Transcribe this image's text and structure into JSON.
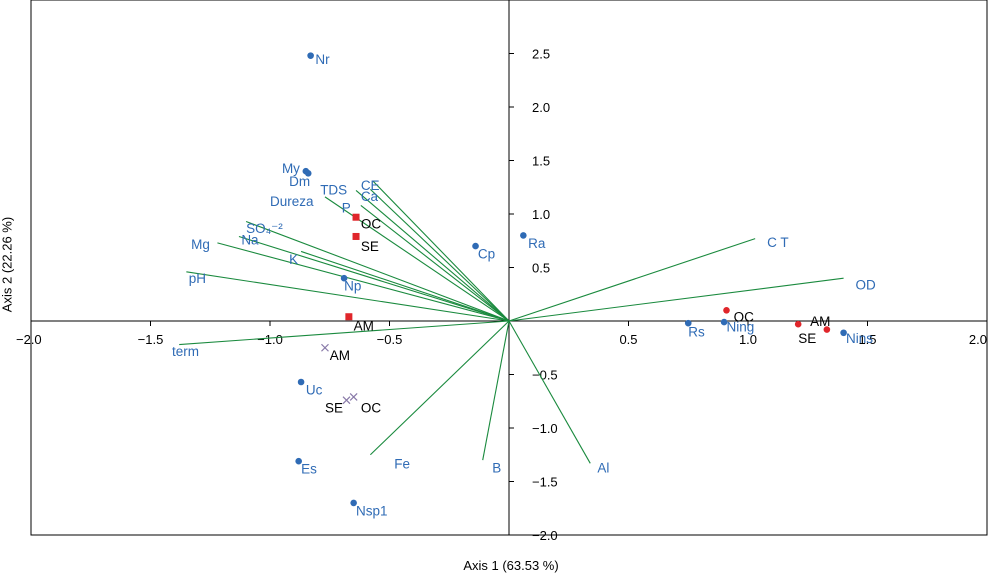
{
  "chart_data": {
    "type": "scatter",
    "subtype": "ordination biplot",
    "xlabel": "Axis 1 (63.53 %)",
    "ylabel": "Axis 2 (22.26 %)",
    "xlim": [
      -2.0,
      2.0
    ],
    "ylim": [
      -2.0,
      3.0
    ],
    "x_ticks": [
      -2.0,
      -1.5,
      -1.0,
      -0.5,
      0.5,
      1.0,
      1.5,
      2.0
    ],
    "x_tick_labels": [
      "−2.0",
      "−1.5",
      "−1.0",
      "−0.5",
      "0.5",
      "1.0",
      "1.5",
      "2.0"
    ],
    "y_ticks": [
      -2.0,
      -1.5,
      -1.0,
      -0.5,
      0.5,
      1.0,
      1.5,
      2.0,
      2.5
    ],
    "y_tick_labels": [
      "−2.0",
      "−1.5",
      "−1.0",
      "−0.5",
      "0.5",
      "1.0",
      "1.5",
      "2.0",
      "2.5"
    ],
    "grid": false,
    "colors": {
      "vectors": "#1a8a3e",
      "species": "#2f6bb5",
      "squares": "#e0262b",
      "circles": "#e0262b",
      "crosses": "#8879a8"
    },
    "vectors": [
      {
        "name": "Fe",
        "x": -0.58,
        "y": -1.25,
        "lx": -0.48,
        "ly": -1.33
      },
      {
        "name": "B",
        "x": -0.11,
        "y": -1.3,
        "lx": -0.07,
        "ly": -1.37
      },
      {
        "name": "Al",
        "x": 0.34,
        "y": -1.33,
        "lx": 0.37,
        "ly": -1.37
      },
      {
        "name": "C T",
        "x": 1.03,
        "y": 0.77,
        "lx": 1.08,
        "ly": 0.74
      },
      {
        "name": "OD",
        "x": 1.4,
        "y": 0.4,
        "lx": 1.45,
        "ly": 0.34
      },
      {
        "name": "term",
        "x": -1.38,
        "y": -0.22,
        "lx": -1.41,
        "ly": -0.28
      },
      {
        "name": "pH",
        "x": -1.35,
        "y": 0.46,
        "lx": -1.34,
        "ly": 0.4
      },
      {
        "name": "Mg",
        "x": -1.22,
        "y": 0.73,
        "lx": -1.33,
        "ly": 0.72
      },
      {
        "name": "Na",
        "x": -1.13,
        "y": 0.79,
        "lx": -1.12,
        "ly": 0.76
      },
      {
        "name": "SO₄⁻²",
        "x": -1.1,
        "y": 0.93,
        "lx": -1.1,
        "ly": 0.87
      },
      {
        "name": "K",
        "x": -0.87,
        "y": 0.65,
        "lx": -0.92,
        "ly": 0.58
      },
      {
        "name": "Dureza",
        "x": -0.77,
        "y": 1.16,
        "lx": -1.0,
        "ly": 1.12
      },
      {
        "name": "TDS",
        "x": -0.64,
        "y": 1.22,
        "lx": -0.79,
        "ly": 1.23
      },
      {
        "name": "P",
        "x": -0.62,
        "y": 1.08,
        "lx": -0.7,
        "ly": 1.06
      },
      {
        "name": "Ca",
        "x": -0.58,
        "y": 1.23,
        "lx": -0.62,
        "ly": 1.17
      },
      {
        "name": "CE",
        "x": -0.57,
        "y": 1.31,
        "lx": -0.62,
        "ly": 1.27
      }
    ],
    "species": [
      {
        "name": "Nr",
        "x": -0.83,
        "y": 2.48,
        "lx": -0.81,
        "ly": 2.45
      },
      {
        "name": "My",
        "x": -0.85,
        "y": 1.4,
        "lx": -0.95,
        "ly": 1.43
      },
      {
        "name": "Dm",
        "x": -0.84,
        "y": 1.38,
        "lx": -0.92,
        "ly": 1.31
      },
      {
        "name": "Np",
        "x": -0.69,
        "y": 0.4,
        "lx": -0.69,
        "ly": 0.33
      },
      {
        "name": "Cp",
        "x": -0.14,
        "y": 0.7,
        "lx": -0.13,
        "ly": 0.63
      },
      {
        "name": "Ra",
        "x": 0.06,
        "y": 0.8,
        "lx": 0.08,
        "ly": 0.73
      },
      {
        "name": "Rs",
        "x": 0.75,
        "y": -0.02,
        "lx": 0.75,
        "ly": -0.1
      },
      {
        "name": "Ning",
        "x": 0.9,
        "y": -0.01,
        "lx": 0.91,
        "ly": -0.05
      },
      {
        "name": "Nins",
        "x": 1.4,
        "y": -0.11,
        "lx": 1.41,
        "ly": -0.16
      },
      {
        "name": "Uc",
        "x": -0.87,
        "y": -0.57,
        "lx": -0.85,
        "ly": -0.64
      },
      {
        "name": "Es",
        "x": -0.88,
        "y": -1.31,
        "lx": -0.87,
        "ly": -1.38
      },
      {
        "name": "Nsp1",
        "x": -0.65,
        "y": -1.7,
        "lx": -0.64,
        "ly": -1.77
      }
    ],
    "squares": [
      {
        "label": "OC",
        "x": -0.64,
        "y": 0.97,
        "lx": -0.62,
        "ly": 0.91
      },
      {
        "label": "SE",
        "x": -0.64,
        "y": 0.79,
        "lx": -0.62,
        "ly": 0.7
      },
      {
        "label": "AM",
        "x": -0.67,
        "y": 0.04,
        "lx": -0.65,
        "ly": -0.04
      }
    ],
    "circles": [
      {
        "label": "OC",
        "x": 0.91,
        "y": 0.1,
        "lx": 0.94,
        "ly": 0.04
      },
      {
        "label": "AM",
        "x": 1.21,
        "y": -0.03,
        "lx": 1.26,
        "ly": 0.0
      },
      {
        "label": "SE",
        "x": 1.33,
        "y": -0.08,
        "lx": 1.21,
        "ly": -0.16
      }
    ],
    "crosses": [
      {
        "label": "AM",
        "x": -0.77,
        "y": -0.25,
        "lx": -0.75,
        "ly": -0.32
      },
      {
        "label": "SE",
        "x": -0.68,
        "y": -0.74,
        "lx": -0.77,
        "ly": -0.81
      },
      {
        "label": "OC",
        "x": -0.65,
        "y": -0.71,
        "lx": -0.62,
        "ly": -0.81
      }
    ]
  }
}
